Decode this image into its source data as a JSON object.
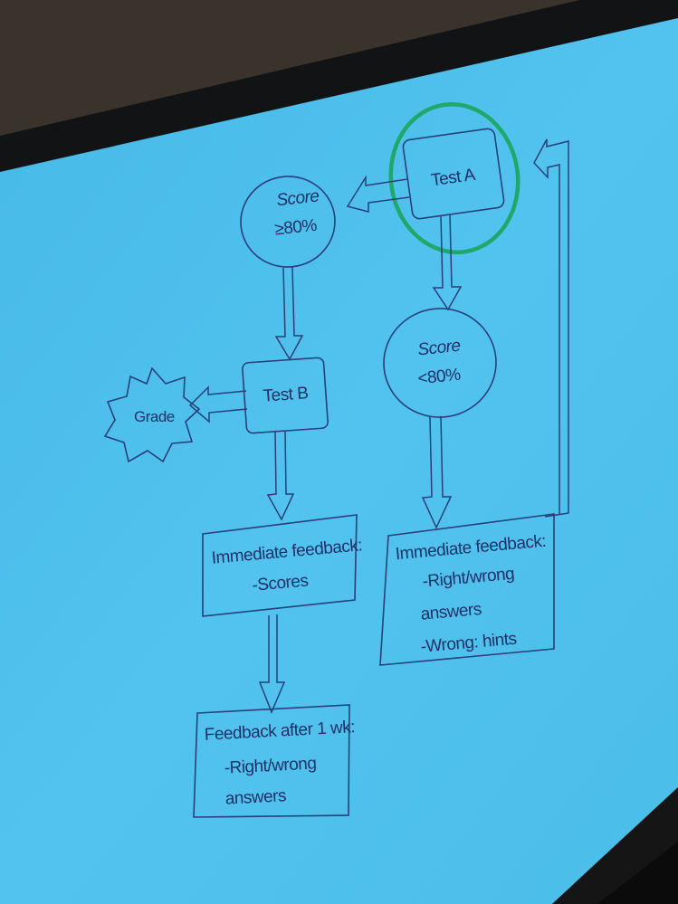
{
  "diagram": {
    "test_a": "Test A",
    "score_high": [
      "Score",
      "≥80%"
    ],
    "score_low": [
      "Score",
      "<80%"
    ],
    "test_b": "Test B",
    "grade": "Grade",
    "feedback_scores": [
      "Immediate feedback:",
      "-Scores"
    ],
    "feedback_hints": [
      "Immediate feedback:",
      "-Right/wrong",
      "answers",
      "-Wrong: hints"
    ],
    "feedback_week": [
      "Feedback after 1 wk:",
      "-Right/wrong",
      "answers"
    ]
  },
  "colors": {
    "screen": "#4dc0ec",
    "ink": "#27407a",
    "highlight_circle": "#1fa86a"
  }
}
